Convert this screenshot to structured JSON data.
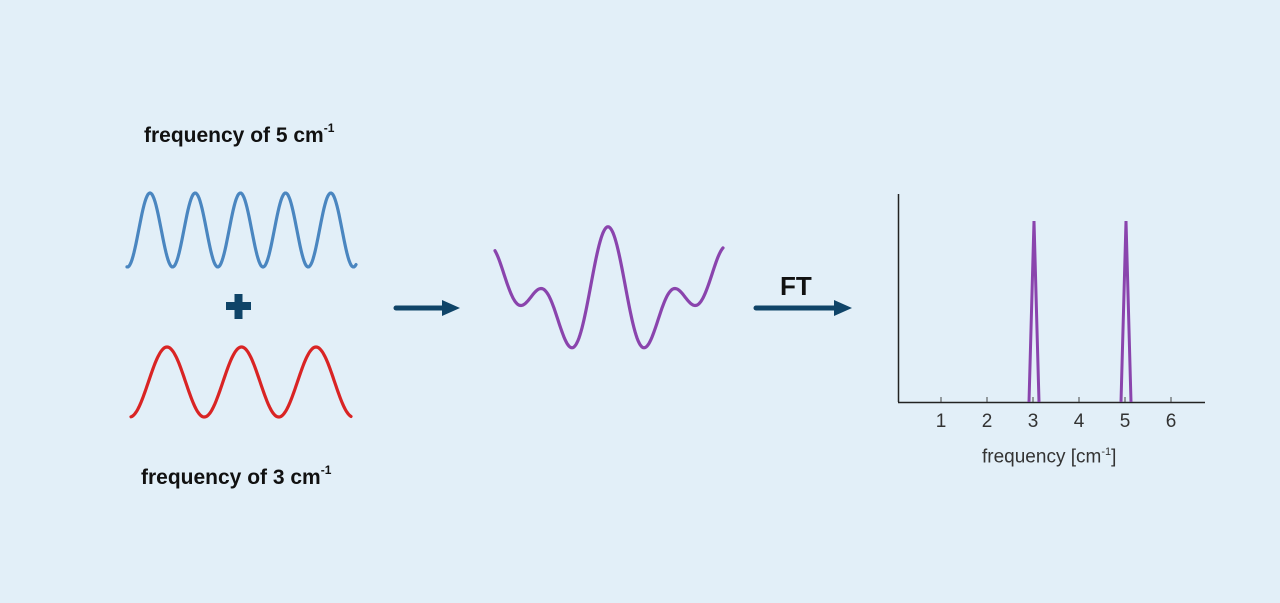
{
  "labels": {
    "top_wave": {
      "text": "frequency of 5 cm",
      "sup": "-1"
    },
    "bottom_wave": {
      "text": "frequency of 3 cm",
      "sup": "-1"
    },
    "transform": "FT",
    "operator": "+"
  },
  "colors": {
    "background": "#e2eff8",
    "wave_5": "#4a86c0",
    "wave_3": "#d92424",
    "combined": "#8a44ad",
    "arrow": "#0f4468",
    "axis": "#222222"
  },
  "chart_data": {
    "type": "line",
    "title": "",
    "xlabel": "frequency [cm-1]",
    "xlabel_parts": {
      "text": "frequency [cm",
      "sup": "-1",
      "close": "]"
    },
    "ylabel": "",
    "x_ticks": [
      "1",
      "2",
      "3",
      "4",
      "5",
      "6"
    ],
    "xlim": [
      0,
      6.7
    ],
    "ylim": [
      0,
      1.1
    ],
    "grid": false,
    "legend": null,
    "series": [
      {
        "name": "spectrum",
        "peaks": [
          {
            "x": 3,
            "height": 1.0
          },
          {
            "x": 5,
            "height": 1.0
          }
        ]
      }
    ]
  },
  "diagram": {
    "input_signals": [
      {
        "name": "wave-5",
        "frequency_cm-1": 5,
        "cycles_shown": 5
      },
      {
        "name": "wave-3",
        "frequency_cm-1": 3,
        "cycles_shown": 3
      }
    ],
    "output": "sum of waves",
    "transform_result": "frequency spectrum with peaks at 3 and 5 cm-1"
  }
}
